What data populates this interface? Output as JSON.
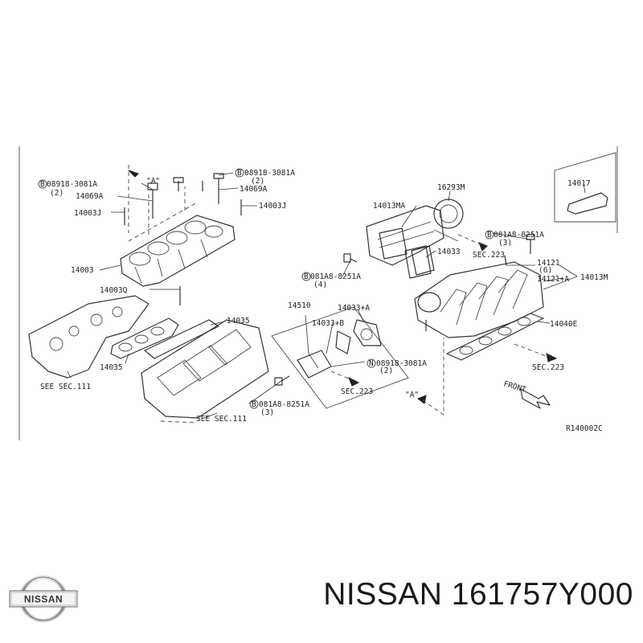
{
  "diagram": {
    "labels": {
      "bolt_top_left": "08918-3081A",
      "bolt_top_left_qty": "(2)",
      "bolt_top_mid": "08918-3081A",
      "bolt_top_mid_qty": "(2)",
      "p14069a_left": "14069A",
      "p14069a_right": "14069A",
      "p14003j_left": "14003J",
      "p14003j_right": "14003J",
      "ref_a_top": "\"A\"",
      "p14003": "14003",
      "p14003q": "14003Q",
      "p14035_upper": "14035",
      "p14035_lower": "14035",
      "see_sec_111_left": "SEE SEC.111",
      "see_sec_111_bottom": "SEE SEC.111",
      "p14013ma": "14013MA",
      "p16293m": "16293M",
      "p14033": "14033",
      "bolt_b_left": "081A8-8251A",
      "bolt_b_left_qty": "(4)",
      "bolt_b_right": "081A8-8251A",
      "bolt_b_right_qty": "(3)",
      "sec_223_top": "SEC.223",
      "p14121": "14121",
      "p14121_qty": "(6)",
      "p14121_a": "14121+A",
      "p14013m": "14013M",
      "p14017": "14017",
      "p14510": "14510",
      "p14033_a": "14033+A",
      "p14033_b": "14033+B",
      "nut_n": "08918-3081A",
      "nut_n_qty": "(2)",
      "sec_223_mid": "SEC.223",
      "bolt_b_bottom": "081A8-8251A",
      "bolt_b_bottom_qty": "(3)",
      "p14040e": "14040E",
      "sec_223_right": "SEC.223",
      "ref_a_bottom": "\"A\"",
      "front": "FRONT",
      "drawing_code": "R140002C",
      "badge_b": "B",
      "badge_n": "N"
    }
  },
  "brand": {
    "logo_text": "NISSAN"
  },
  "caption": {
    "text": "NISSAN 161757Y000"
  }
}
